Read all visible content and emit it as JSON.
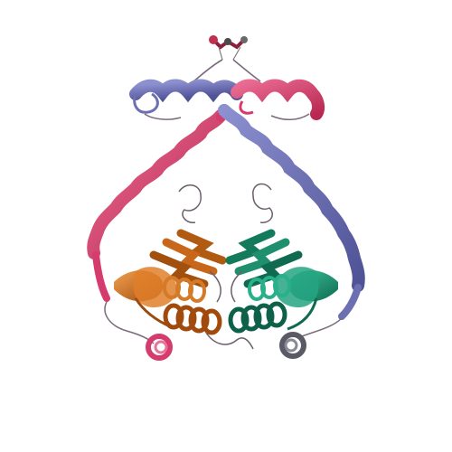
{
  "image": {
    "kind": "protein-ribbon-diagram",
    "background": "#ffffff",
    "chains": [
      {
        "id": "chain-a",
        "color": "#d63b6e",
        "domain_color": "#c8661a"
      },
      {
        "id": "chain-b",
        "color": "#6c70b3",
        "domain_color": "#1f8f6e"
      }
    ],
    "ligand_color": "#c0304f",
    "loop_color": "#8a6f8a"
  }
}
